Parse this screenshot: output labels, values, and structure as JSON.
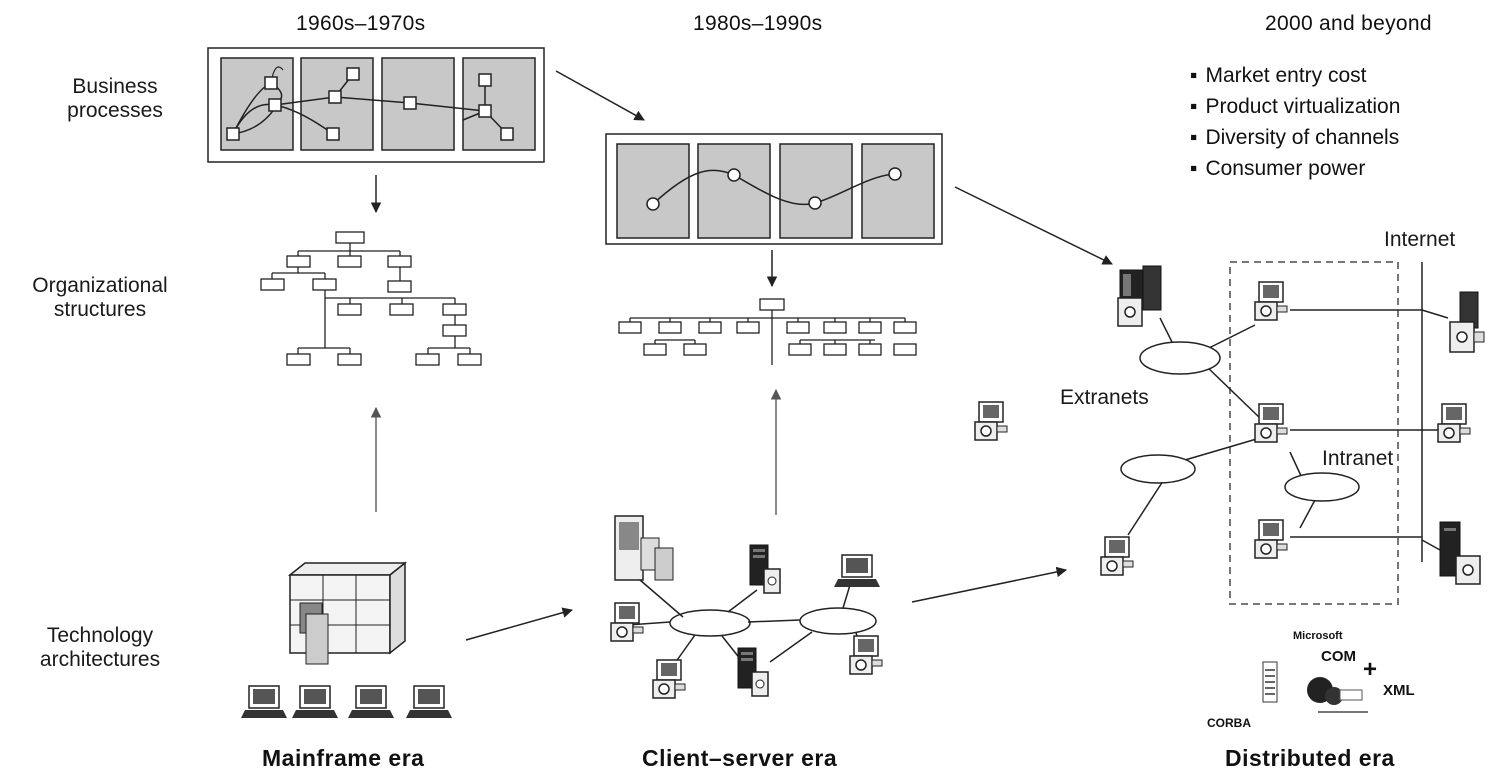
{
  "periods": [
    "1960s–1970s",
    "1980s–1990s",
    "2000 and beyond"
  ],
  "row_labels": {
    "business": [
      "Business",
      "processes"
    ],
    "organizational": [
      "Organizational",
      "structures"
    ],
    "technology": [
      "Technology",
      "architectures"
    ]
  },
  "drivers": [
    "Market entry cost",
    "Product virtualization",
    "Diversity of channels",
    "Consumer power"
  ],
  "network_labels": {
    "internet": "Internet",
    "extranets": "Extranets",
    "intranet": "Intranet"
  },
  "eras": [
    "Mainframe era",
    "Client–server era",
    "Distributed era"
  ],
  "technologies": {
    "microsoft": "Microsoft",
    "com": "COM",
    "plus": "+",
    "xml": "XML",
    "corba": "CORBA"
  },
  "colors": {
    "panel_fill": "#c8c8c8",
    "line": "#333333",
    "arrow_light": "#777777"
  }
}
